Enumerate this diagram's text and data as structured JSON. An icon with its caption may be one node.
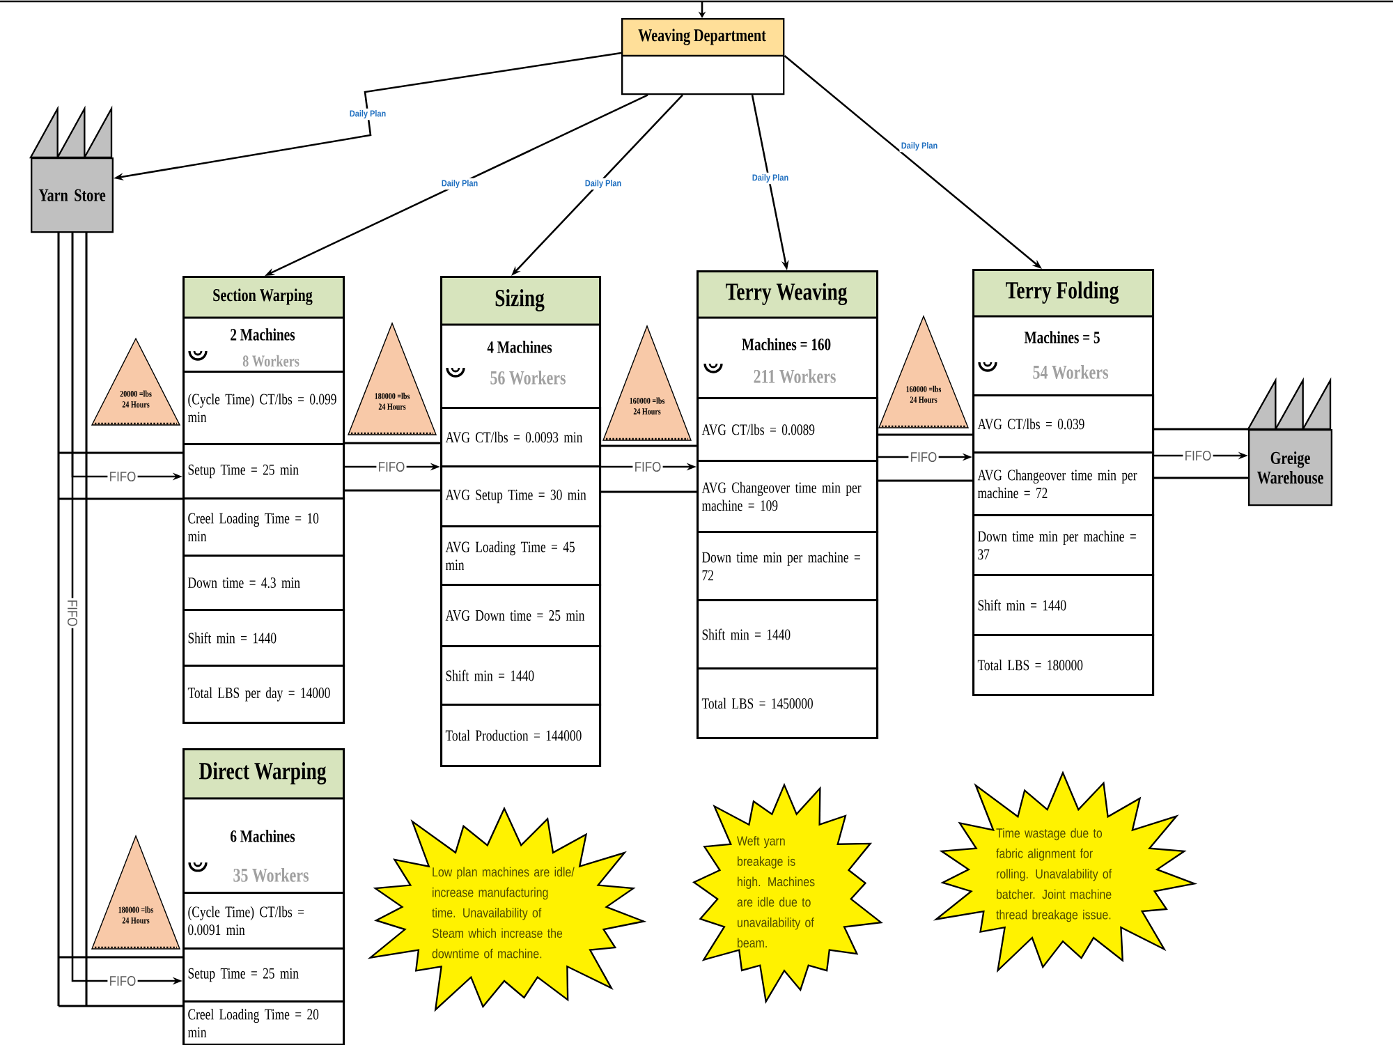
{
  "diagram": {
    "nodes": [
      {
        "text": [
          "Weaving Department"
        ]
      },
      {
        "text": [
          "Yarn Store"
        ]
      },
      {
        "text": [
          "Section Warping",
          "2 Machines",
          "8 Workers"
        ]
      },
      {
        "text": [
          "(Cycle Time) CT/lbs = 0.099 min"
        ],
        "in": 2
      },
      {
        "text": [
          "Setup Time = 25 min"
        ],
        "in": 2
      },
      {
        "text": [
          "Creel Loading Time = 10 min"
        ],
        "in": 2
      },
      {
        "text": [
          "Down time = 4.3 min"
        ],
        "in": 2
      },
      {
        "text": [
          "Shift min = 1440"
        ],
        "in": 2
      },
      {
        "text": [
          "Total LBS per day = 14000"
        ],
        "in": 2
      },
      {
        "text": [
          "Sizing",
          "4 Machines",
          "56 Workers"
        ]
      },
      {
        "text": [
          "AVG CT/lbs = 0.0093 min"
        ],
        "in": 9
      },
      {
        "text": [
          "AVG Setup Time = 30 min"
        ],
        "in": 9
      },
      {
        "text": [
          "AVG Loading Time = 45 min"
        ],
        "in": 9
      },
      {
        "text": [
          "AVG Down time = 25 min"
        ],
        "in": 9
      },
      {
        "text": [
          "Shift min = 1440"
        ],
        "in": 9
      },
      {
        "text": [
          "Total Production = 144000"
        ],
        "in": 9
      },
      {
        "text": [
          "Terry Weaving",
          "Machines = 160",
          "211 Workers"
        ]
      },
      {
        "text": [
          "AVG CT/lbs = 0.0089"
        ],
        "in": 16
      },
      {
        "text": [
          "AVG Changeover time min per machine = 109"
        ],
        "in": 16
      },
      {
        "text": [
          "Down time min per machine = 72"
        ],
        "in": 16
      },
      {
        "text": [
          "Shift min = 1440"
        ],
        "in": 16
      },
      {
        "text": [
          "Total LBS = 1450000"
        ],
        "in": 16
      },
      {
        "text": [
          "Terry Folding",
          "Machines = 5",
          "54 Workers"
        ]
      },
      {
        "text": [
          "AVG CT/lbs = 0.039"
        ],
        "in": 22
      },
      {
        "text": [
          "AVG Changeover time min per machine = 72"
        ],
        "in": 22
      },
      {
        "text": [
          "Down time min per machine = 37"
        ],
        "in": 22
      },
      {
        "text": [
          "Shift min = 1440"
        ],
        "in": 22
      },
      {
        "text": [
          "Total LBS = 180000"
        ],
        "in": 22
      },
      {
        "text": [
          "Greige Warehouse"
        ]
      },
      {
        "text": [
          "Direct Warping",
          "6 Machines",
          "35 Workers"
        ]
      },
      {
        "text": [
          "(Cycle Time) CT/lbs = 0.0091 min"
        ],
        "in": 29
      },
      {
        "text": [
          "Setup Time = 25 min"
        ],
        "in": 29
      },
      {
        "text": [
          "Creel Loading Time = 20 min"
        ],
        "in": 29
      },
      {
        "text": [
          "20000 =lbs",
          "24 Hours"
        ]
      },
      {
        "text": [
          "180000 =lbs",
          "24 Hours"
        ]
      },
      {
        "text": [
          "160000 =lbs",
          "24 Hours"
        ]
      },
      {
        "text": [
          "160000 =lbs",
          "24 Hours"
        ]
      },
      {
        "text": [
          "180000 =lbs",
          "24 Hours"
        ]
      },
      {
        "text": [
          "Low plan machines are idle/ increase manufacturing time. Unavailability of Steam which increase the downtime of machine."
        ]
      },
      {
        "text": [
          "Weft yarn breakage is high. Machines are idle due to unavailability of beam."
        ]
      },
      {
        "text": [
          "Time wastage due to fabric alignment for rolling. Unavalability of batcher. Joint machine thread breakage issue."
        ]
      }
    ],
    "edges": [
      {
        "from": null,
        "to": 0,
        "arrow": "to"
      },
      {
        "from": 0,
        "to": 1,
        "arrow": "to",
        "label": "Daily Plan"
      },
      {
        "from": 0,
        "to": 2,
        "arrow": "to",
        "label": "Daily Plan"
      },
      {
        "from": 0,
        "to": 9,
        "arrow": "to",
        "label": "Daily Plan"
      },
      {
        "from": 0,
        "to": 16,
        "arrow": "to",
        "label": "Daily Plan"
      },
      {
        "from": 0,
        "to": 22,
        "arrow": "to",
        "label": "Daily Plan"
      },
      {
        "from": 1,
        "to": 2,
        "arrow": "to",
        "label": "FIFO"
      },
      {
        "from": 2,
        "to": 9,
        "arrow": "to",
        "label": "FIFO"
      },
      {
        "from": 9,
        "to": 16,
        "arrow": "to",
        "label": "FIFO"
      },
      {
        "from": 16,
        "to": 22,
        "arrow": "to",
        "label": "FIFO"
      },
      {
        "from": 22,
        "to": 28,
        "arrow": "to",
        "label": "FIFO"
      },
      {
        "from": 1,
        "to": 29,
        "arrow": "to",
        "label": "FIFO"
      }
    ],
    "labels": [
      "FIFO"
    ]
  }
}
